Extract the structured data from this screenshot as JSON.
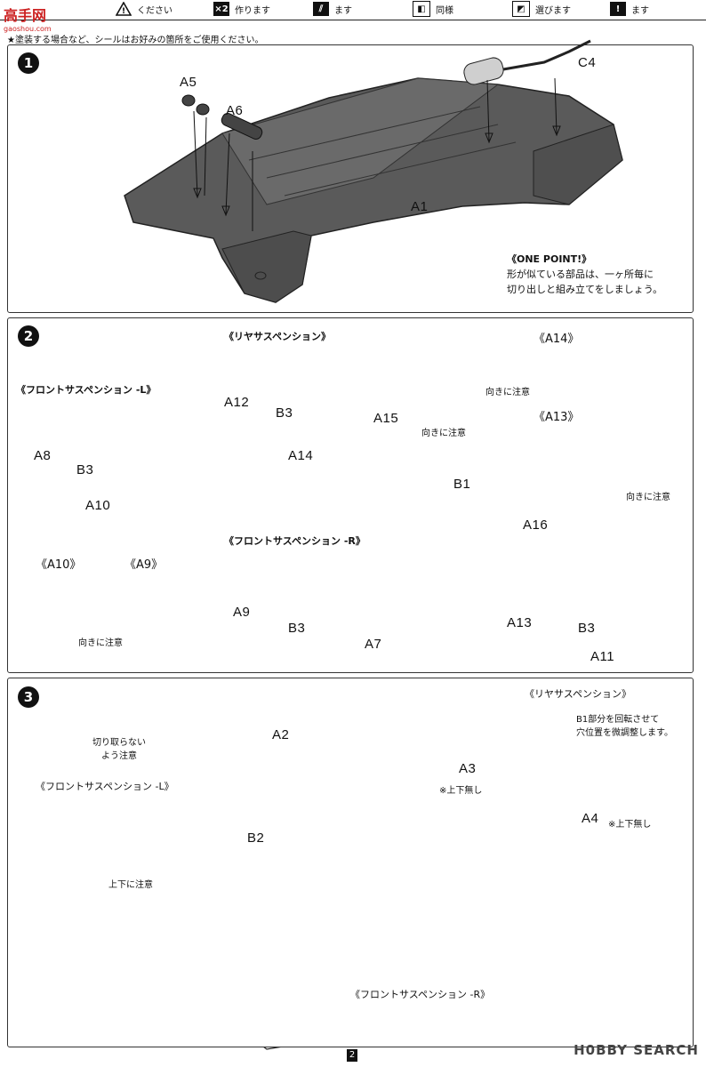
{
  "header": {
    "items": [
      {
        "icon": "warning-icon",
        "text": "ください"
      },
      {
        "icon": "x2-icon",
        "icon_text": "×2",
        "text": "作ります"
      },
      {
        "icon": "cement-icon",
        "text": "ます"
      },
      {
        "icon": "same-icon",
        "text": "同様"
      },
      {
        "icon": "choose-icon",
        "text": "選びます"
      },
      {
        "icon": "exclaim-icon",
        "icon_text": "!",
        "text": "ます"
      }
    ]
  },
  "watermark_left": {
    "title": "高手网",
    "sub": "gaoshou.com"
  },
  "intro_note": "★塗装する場合など、シールはお好みの箇所をご使用ください。",
  "step1": {
    "number": "1",
    "labels": {
      "a5": "A5",
      "a6": "A6",
      "c4": "C4",
      "a1": "A1"
    },
    "one_point": {
      "title": "《ONE POINT!》",
      "line1": "形が似ている部品は、一ヶ所毎に",
      "line2": "切り出しと組み立てをしましょう。"
    }
  },
  "step2": {
    "number": "2",
    "rear_title": "《リヤサスペンション》",
    "front_l_title": "《フロントサスペンション -L》",
    "front_r_title": "《フロントサスペンション -R》",
    "labels": {
      "a12": "A12",
      "b3a": "B3",
      "a15": "A15",
      "a14": "A14",
      "b1": "B1",
      "a8": "A8",
      "b3b": "B3",
      "a10": "A10",
      "a16": "A16",
      "a9": "A9",
      "b3c": "B3",
      "a7": "A7",
      "a13": "A13",
      "b3d": "B3",
      "a11": "A11"
    },
    "orient_note_b1": "向きに注意",
    "inset_right": {
      "a14": "《A14》",
      "a13": "《A13》",
      "note1": "向きに注意",
      "note2": "向きに注意"
    },
    "inset_left": {
      "a10": "《A10》",
      "a9": "《A9》",
      "note": "向きに注意"
    }
  },
  "step3": {
    "number": "3",
    "labels": {
      "a2": "A2",
      "b2": "B2",
      "a3": "A3",
      "a4": "A4"
    },
    "no_cut": "切り取らない\nよう注意",
    "front_l": "《フロントサスペンション -L》",
    "updown": "上下に注意",
    "rear": "《リヤサスペンション》",
    "adjust": "B1部分を回転させて\n穴位置を微調整します。",
    "a3_note": "※上下無し",
    "a4_note": "※上下無し",
    "front_r": "《フロントサスペンション -R》"
  },
  "footer": {
    "page": "2",
    "brand": "H0BBY SEARCH"
  }
}
